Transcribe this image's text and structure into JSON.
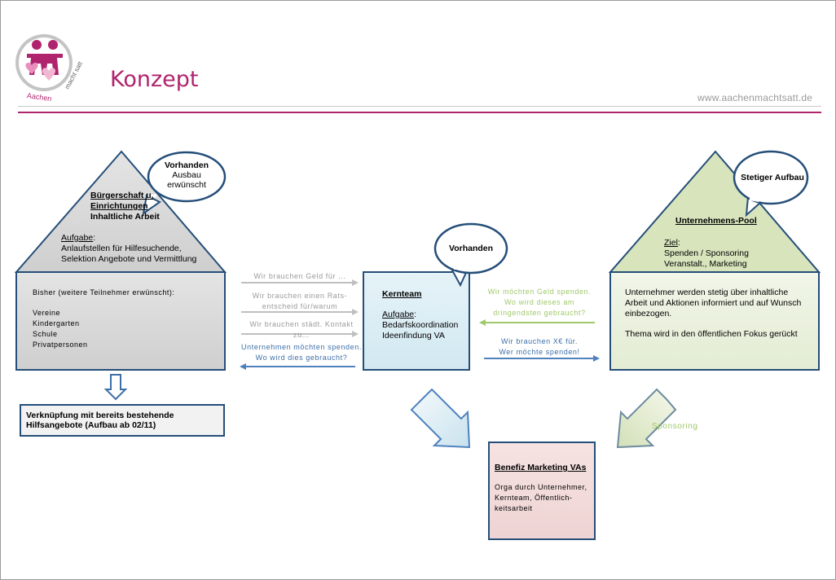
{
  "header": {
    "title": "Konzept",
    "url": "www.aachenmachtsatt.de",
    "logo_text": "Aachen macht satt"
  },
  "colors": {
    "brand": "#b0246e",
    "gray_fill": "#d9d9d9",
    "blue_fill": "#dbeef4",
    "green_fill": "#d7e4bc",
    "green_light": "#ebf1dd",
    "pink_fill": "#f2dcdb",
    "border_blue": "#254e79",
    "arrow_gray": "#bfbfbf",
    "arrow_blue": "#4f81bd",
    "arrow_green": "#9fc86a"
  },
  "left_house": {
    "roof_title": "Bürgerschaft u.",
    "roof_title2": "Einrichtungen",
    "roof_subtitle": "Inhaltliche Arbeit",
    "task_label": "Aufgabe",
    "task_text": "Anlaufstellen für Hilfesuchende,",
    "task_text2": "Selektion Angebote und Vermittlung",
    "bubble_line1": "Vorhanden",
    "bubble_line2": "Ausbau",
    "bubble_line3": "erwünscht",
    "body_heading": "Bisher (weitere Teilnehmer erwünscht):",
    "items": [
      "Vereine",
      "Kindergarten",
      "Schule",
      "Privatpersonen"
    ]
  },
  "left_result": {
    "line1": "Verknüpfung mit  bereits bestehende",
    "line2": "Hilfsangebote (Aufbau ab 02/11)"
  },
  "center": {
    "title": "Kernteam",
    "task_label": "Aufgabe",
    "line1": "Bedarfskoordination",
    "line2": "Ideenfindung VA",
    "bubble": "Vorhanden"
  },
  "left_arrows": {
    "a1": "Wir brauchen Geld für ...",
    "a2_1": "Wir brauchen einen Rats-",
    "a2_2": "entscheid für/warum",
    "a3": "Wir brauchen städt. Kontakt zu...",
    "a4_1": "Unternehmen möchten spenden.",
    "a4_2": "Wo wird dies gebraucht?"
  },
  "right_arrows": {
    "g1_1": "Wir möchten Geld spenden.",
    "g1_2": "Wo wird dieses am",
    "g1_3": "dringendsten gebraucht?",
    "b1_1": "Wir brauchen X€ für.",
    "b1_2": "Wer möchte spenden!"
  },
  "right_house": {
    "bubble": "Stetiger Aufbau",
    "roof_title": "Unternehmens-Pool",
    "goal_label": "Ziel",
    "goal_line1": "Spenden / Sponsoring",
    "goal_line2": "Veranstalt., Marketing",
    "body_line1": "Unternehmer werden stetig über inhaltliche",
    "body_line2": "Arbeit und Aktionen informiert und auf Wunsch",
    "body_line3": "einbezogen.",
    "body_line4": "Thema wird in den öffentlichen Fokus gerückt"
  },
  "bottom": {
    "title": "Benefiz Marketing VAs",
    "line1": "Orga durch Unternehmer,",
    "line2": "Kernteam, Öffentlich-",
    "line3": "keitsarbeit",
    "sponsoring": "Sponsoring"
  }
}
